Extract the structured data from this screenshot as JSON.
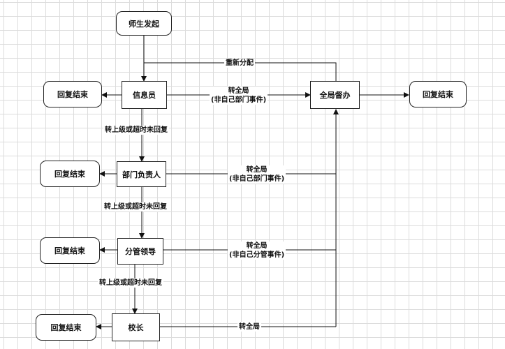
{
  "nodes": {
    "start": "师生发起",
    "info_officer": "信息员",
    "global_supervision": "全局督办",
    "dept_head": "部门负责人",
    "division_leader": "分管领导",
    "principal": "校长",
    "reply_end_1": "回复结束",
    "reply_end_2": "回复结束",
    "reply_end_3": "回复结束",
    "reply_end_4": "回复结束",
    "reply_end_5": "回复结束"
  },
  "edges": {
    "reassign": "重新分配",
    "to_global_1": {
      "line1": "转全局",
      "line2": "(非自己部门事件)"
    },
    "escalate_1": "转上级或超时未回复",
    "to_global_2": {
      "line1": "转全局",
      "line2": "(非自己部门事件)"
    },
    "escalate_2": "转上级或超时未回复",
    "to_global_3": {
      "line1": "转全局",
      "line2": "(非自己分管事件)"
    },
    "escalate_3": "转上级或超时未回复",
    "to_global_4": "转全局"
  }
}
